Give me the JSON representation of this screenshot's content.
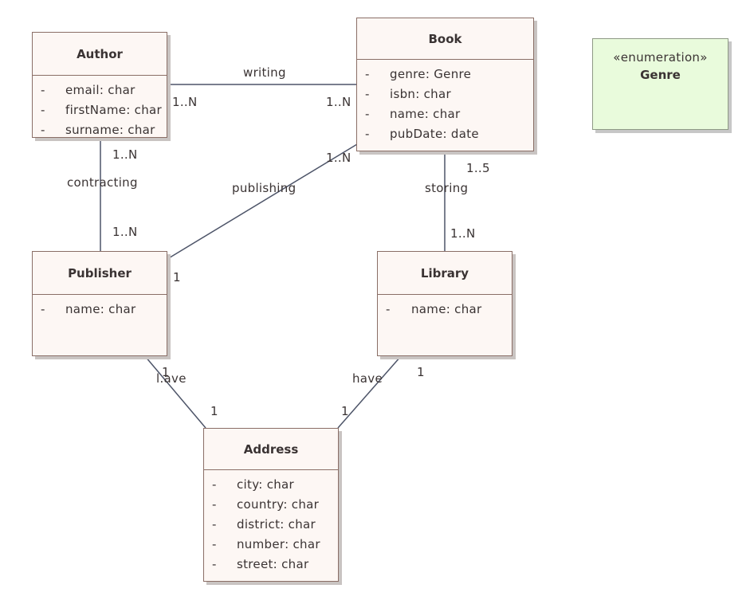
{
  "classes": {
    "author": {
      "name": "Author",
      "attributes": [
        "email: char",
        "firstName: char",
        "surname: char"
      ]
    },
    "book": {
      "name": "Book",
      "attributes": [
        "genre: Genre",
        "isbn: char",
        "name: char",
        "pubDate: date"
      ]
    },
    "publisher": {
      "name": "Publisher",
      "attributes": [
        "name: char"
      ]
    },
    "library": {
      "name": "Library",
      "attributes": [
        "name: char"
      ]
    },
    "address": {
      "name": "Address",
      "attributes": [
        "city: char",
        "country: char",
        "district: char",
        "number: char",
        "street: char"
      ]
    }
  },
  "attribute_marker": "-",
  "enumeration": {
    "stereotype": "«enumeration»",
    "name": "Genre"
  },
  "associations": {
    "writing": {
      "label": "writing",
      "source_multiplicity": "1..N",
      "target_multiplicity": "1..N"
    },
    "contracting": {
      "label": "contracting",
      "source_multiplicity": "1..N",
      "target_multiplicity": "1..N"
    },
    "publishing": {
      "label": "publishing",
      "source_multiplicity": "1..N",
      "target_multiplicity": "1"
    },
    "storing": {
      "label": "storing",
      "source_multiplicity": "1..5",
      "target_multiplicity": "1..N"
    },
    "publisher_address": {
      "label": "l.ave",
      "source_multiplicity": "1",
      "target_multiplicity": "1"
    },
    "library_address": {
      "label": "have",
      "source_multiplicity": "1",
      "target_multiplicity": "1"
    }
  },
  "colors": {
    "class_fill": "#fdf7f4",
    "class_border": "#8a6e66",
    "enum_fill": "#e9fbdc",
    "link": "#4d5468"
  }
}
